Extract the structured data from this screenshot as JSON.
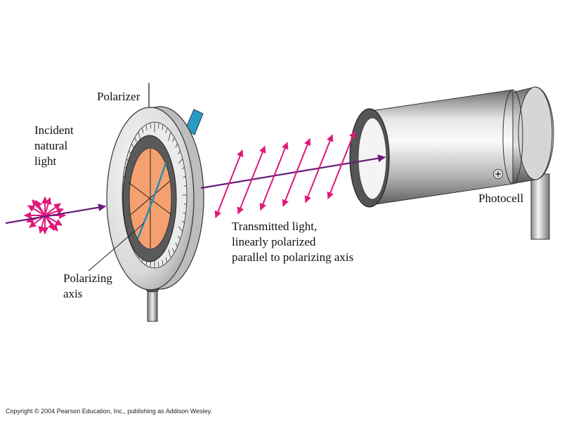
{
  "labels": {
    "polarizer": "Polarizer",
    "incident": [
      "Incident",
      "natural",
      "light"
    ],
    "polarizing_axis": [
      "Polarizing",
      "axis"
    ],
    "transmitted": [
      "Transmitted light,",
      "linearly polarized",
      "parallel to polarizing axis"
    ],
    "photocell": "Photocell"
  },
  "copyright": "Copyright © 2004 Pearson Education, Inc., publishing as Addison Wesley.",
  "colors": {
    "light_wave": "#e0187a",
    "beam": "#6a1a7a",
    "filter": "#f4a070",
    "axis_line": "#1a8fb8",
    "knob": "#2a9bc4",
    "metal_light": "#f2f2f2",
    "metal_dark": "#7a7a7a"
  },
  "icons": {
    "terminal": "plus-terminal-icon"
  }
}
